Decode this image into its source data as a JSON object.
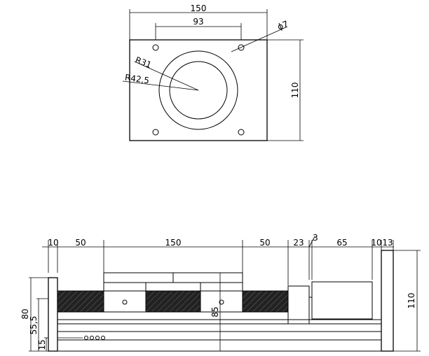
{
  "top_view": {
    "width_label": "150",
    "hole_spacing_label": "93",
    "hole_diameter_label": "ϕ7",
    "inner_radius_label": "R31",
    "outer_radius_label": "R42,5",
    "height_label": "110"
  },
  "side_view": {
    "top_dims": [
      "10",
      "50",
      "150",
      "50",
      "23",
      "3",
      "65",
      "10",
      "13"
    ],
    "left_dims": [
      "80",
      "55,5",
      "15"
    ],
    "center_height_label": "85",
    "right_height_label": "110"
  }
}
